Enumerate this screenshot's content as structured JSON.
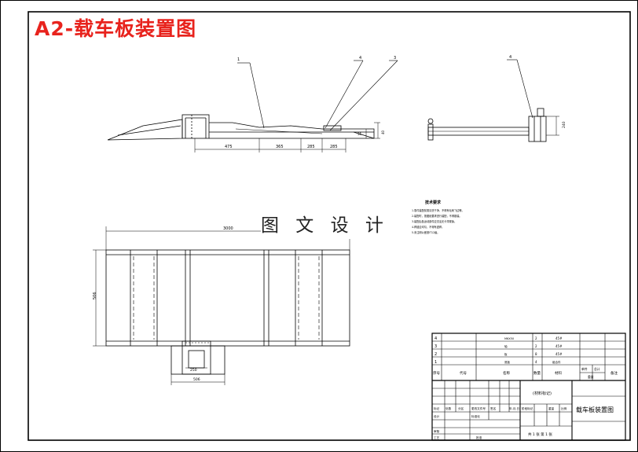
{
  "sheet_title": "A2-载车板装置图",
  "watermark": "图 文 设 计",
  "front_view": {
    "balloons": [
      "1",
      "4",
      "3"
    ],
    "dimensions": [
      "475",
      "365",
      "285",
      "285"
    ],
    "height_dims": [
      "35",
      "40"
    ]
  },
  "side_view": {
    "balloon": "4",
    "height_dim": "240"
  },
  "plan_view": {
    "length_dim": "3000",
    "width_dim": "506",
    "bottom_dims": [
      "250",
      "506"
    ]
  },
  "notes": {
    "title": "技术要求",
    "lines": [
      "1.零件装配前需清洗干净，不得有毛刺飞边等。",
      "2.装配时，按图纸要求进行装配，不得错装。",
      "3.装配后各运动部件应灵活无卡滞现象。",
      "4.焊缝应均匀，不得有虚焊。",
      "5.未注明公差按IT12级。"
    ]
  },
  "bom": {
    "rows": [
      {
        "no": "4",
        "code": "",
        "name": "M6X50",
        "qty": "2",
        "material": "45#",
        "note": ""
      },
      {
        "no": "3",
        "code": "",
        "name": "轴",
        "qty": "2",
        "material": "45#",
        "note": ""
      },
      {
        "no": "2",
        "code": "",
        "name": "板",
        "qty": "8",
        "material": "45#",
        "note": ""
      },
      {
        "no": "1",
        "code": "",
        "name": "底板",
        "qty": "4",
        "material": "组合件",
        "note": ""
      }
    ],
    "header": {
      "no": "序号",
      "code": "代号",
      "name": "名称",
      "qty": "数量",
      "material": "材料",
      "unit_weight": "单件",
      "total_weight": "总计",
      "weight": "重量",
      "note": "备注"
    },
    "company": "(材料标记)",
    "drawing_title": "载车板装置图",
    "rev_labels": [
      "标记",
      "处数",
      "分区",
      "更改文件号",
      "签名",
      "年.月.日"
    ],
    "role_labels": [
      "设计",
      "审核",
      "工艺",
      "标准化",
      "批准"
    ],
    "stage_labels": [
      "阶段标记",
      "重量",
      "比例"
    ],
    "sheet_info": "共 1 张   第 1 张"
  }
}
